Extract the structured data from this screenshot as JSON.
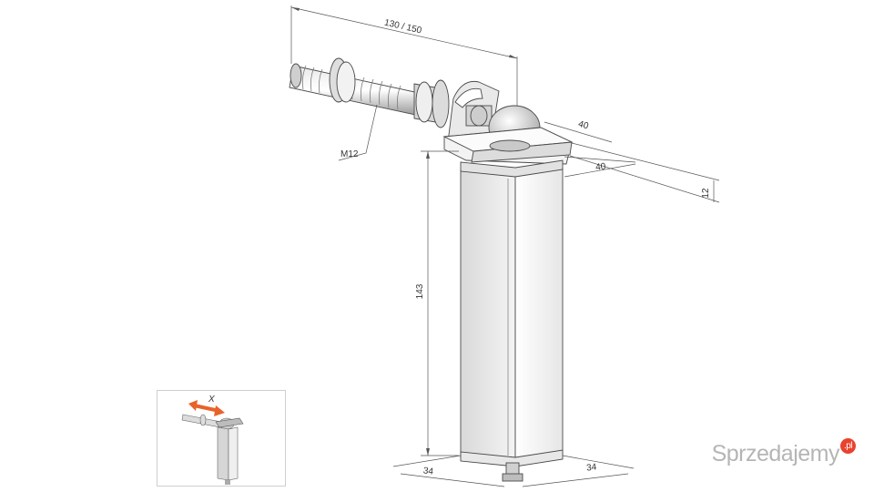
{
  "dimensions": {
    "length": "130 / 150",
    "thread": "M12",
    "plate_top": "40",
    "plate_side": "40",
    "plate_thickness": "12",
    "post_height": "143",
    "base_left": "34",
    "base_right": "34"
  },
  "inset": {
    "adjust_label": "X",
    "arrow_color": "#e8632a"
  },
  "watermark": {
    "brand": "Sprzedajemy",
    "suffix": ".pl",
    "suffix_color": "#e8432e"
  }
}
